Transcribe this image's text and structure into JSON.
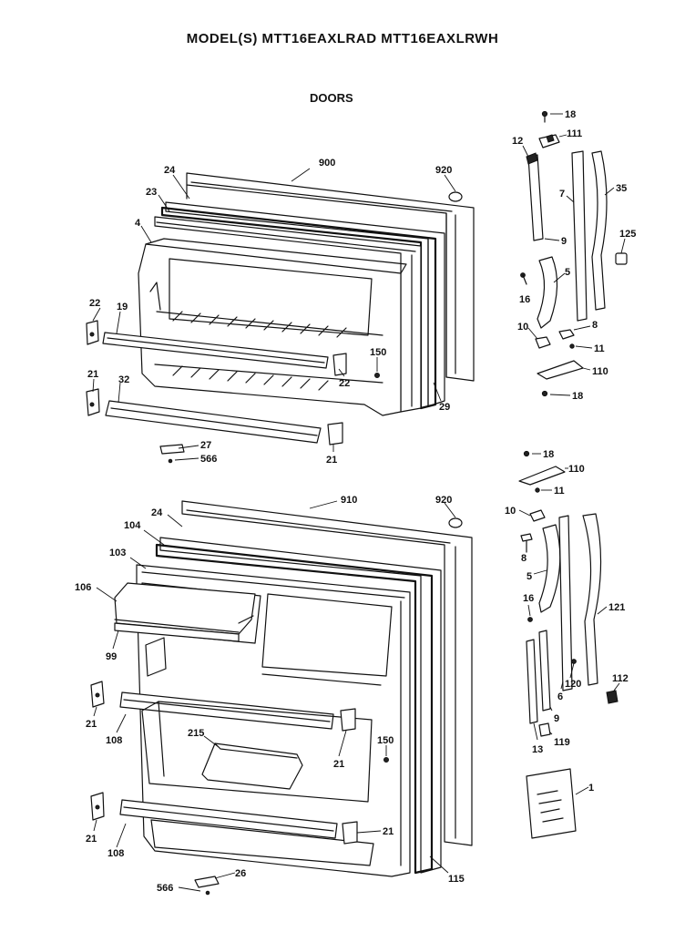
{
  "header": {
    "title": "MODEL(S) MTT16EAXLRAD  MTT16EAXLRWH",
    "subtitle": "DOORS"
  },
  "labels": {
    "l_900": "900",
    "l_920_top": "920",
    "l_24_top": "24",
    "l_23": "23",
    "l_4": "4",
    "l_22_left": "22",
    "l_19": "19",
    "l_21_top": "21",
    "l_32": "32",
    "l_150_top": "150",
    "l_22_right": "22",
    "l_29": "29",
    "l_27": "27",
    "l_566_top": "566",
    "l_21_topbin": "21",
    "l_18_a": "18",
    "l_12": "12",
    "l_111_a": "111",
    "l_7": "7",
    "l_35": "35",
    "l_9_a": "9",
    "l_125": "125",
    "l_16_a": "16",
    "l_5_a": "5",
    "l_10_a": "10",
    "l_8_a": "8",
    "l_11_a": "11",
    "l_110_a": "110",
    "l_18_b": "18",
    "l_910": "910",
    "l_920_bot": "920",
    "l_24_bot": "24",
    "l_104": "104",
    "l_103": "103",
    "l_106": "106",
    "l_99": "99",
    "l_21_mid": "21",
    "l_108_a": "108",
    "l_215": "215",
    "l_150_bot": "150",
    "l_21_midr": "21",
    "l_21_low": "21",
    "l_108_b": "108",
    "l_21_lowr": "21",
    "l_115": "115",
    "l_26": "26",
    "l_566_bot": "566",
    "l_18_c": "18",
    "l_110_b": "110",
    "l_11_b": "11",
    "l_10_b": "10",
    "l_8_b": "8",
    "l_5_b": "5",
    "l_16_b": "16",
    "l_121": "121",
    "l_6": "6",
    "l_120": "120",
    "l_112": "112",
    "l_9_b": "9",
    "l_13": "13",
    "l_119": "119",
    "l_1": "1"
  }
}
